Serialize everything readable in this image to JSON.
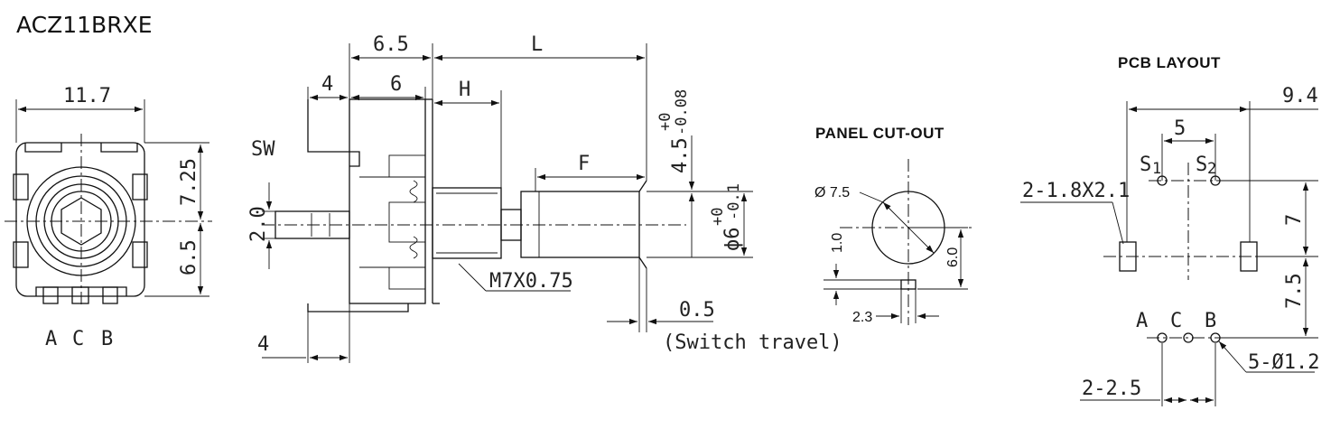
{
  "title": "ACZ11BRXE",
  "front_view": {
    "width": "11.7",
    "upper_height": "7.25",
    "lower_height": "6.5",
    "pins": [
      "A",
      "C",
      "B"
    ]
  },
  "side_view": {
    "switch_label": "SW",
    "dims": {
      "d65": "6.5",
      "L": "L",
      "d4_top": "4",
      "d6": "6",
      "H": "H",
      "F": "F",
      "d20": "2.0",
      "d4_bottom": "4"
    },
    "shaft_tolerance_base": "4.5",
    "shaft_tolerance_upper": "+0",
    "shaft_tolerance_lower": "-0.08",
    "shaft_diameter_base": "ϕ6",
    "shaft_diameter_upper": "+0",
    "shaft_diameter_lower": "-0.1",
    "thread": "M7X0.75",
    "switch_travel_value": "0.5",
    "switch_travel_label": "(Switch travel)"
  },
  "panel_cutout": {
    "heading": "PANEL CUT-OUT",
    "diameter": "Ø 7.5",
    "d10": "1.0",
    "d60": "6.0",
    "d23": "2.3"
  },
  "pcb_layout": {
    "heading": "PCB LAYOUT",
    "d94": "9.4",
    "d5": "5",
    "s1": "S",
    "s1_sub": "1",
    "s2": "S",
    "s2_sub": "2",
    "slot": "2-1.8X2.1",
    "d7": "7",
    "d75": "7.5",
    "pins": [
      "A",
      "C",
      "B"
    ],
    "holes": "5-Ø1.2",
    "pitch": "2-2.5"
  }
}
